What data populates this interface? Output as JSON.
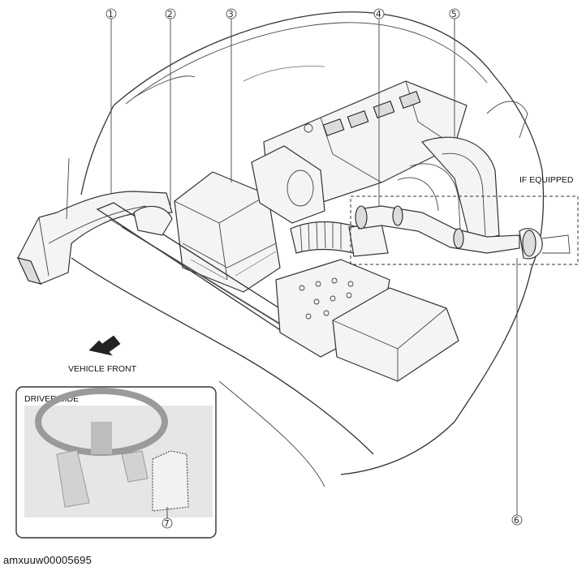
{
  "figure_id": "amxuuw00005695",
  "callouts": {
    "c1": "1",
    "c2": "2",
    "c3": "3",
    "c4": "4",
    "c5": "5",
    "c6": "6",
    "c7": "7"
  },
  "labels": {
    "if_equipped": "IF EQUIPPED",
    "vehicle_front": "VEHICLE FRONT",
    "driver_side": "DRIVER SIDE"
  }
}
